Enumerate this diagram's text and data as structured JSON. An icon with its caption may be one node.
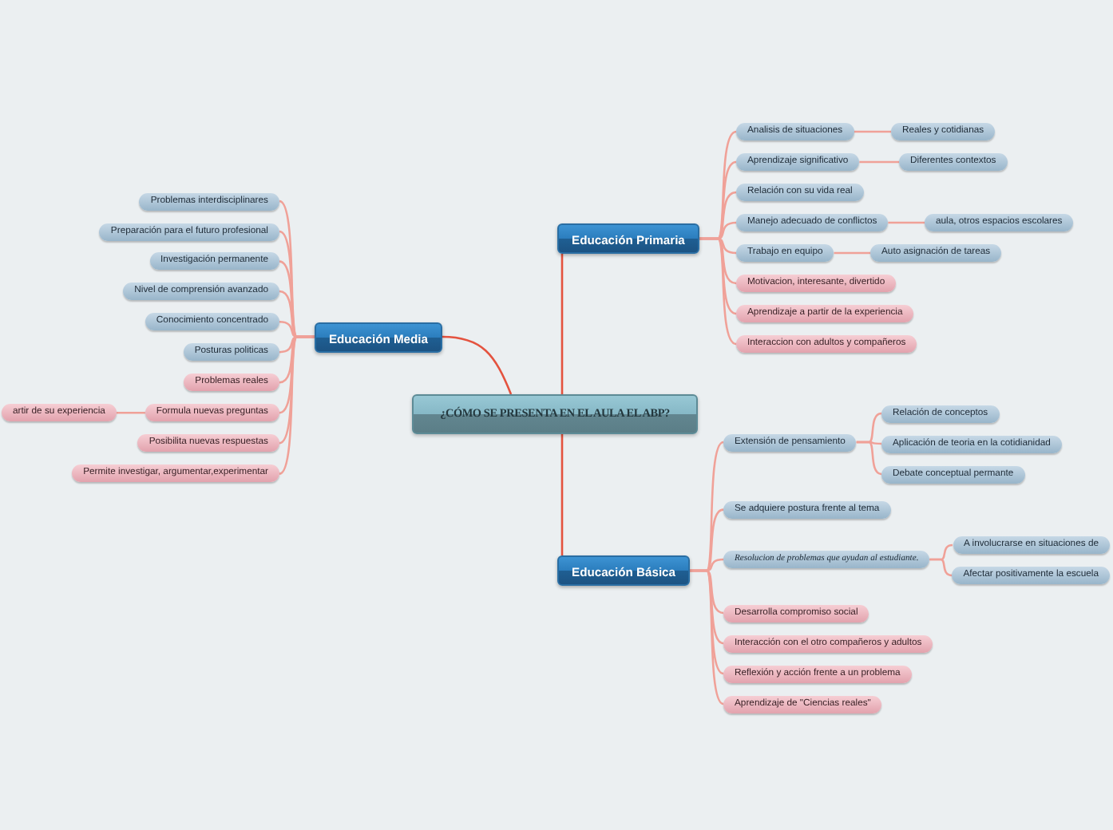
{
  "diagram": {
    "nodes": [
      {
        "text": [
          "¿CÓMO SE PRESENTA EN EL AULA EL ABP?"
        ]
      },
      {
        "text": [
          "Educación Primaria"
        ]
      },
      {
        "text": [
          "Analisis de situaciones"
        ]
      },
      {
        "text": [
          "Reales y cotidianas"
        ]
      },
      {
        "text": [
          "Aprendizaje significativo"
        ]
      },
      {
        "text": [
          "Diferentes contextos"
        ]
      },
      {
        "text": [
          "Relación con su vida real"
        ]
      },
      {
        "text": [
          "Manejo adecuado de conflictos"
        ]
      },
      {
        "text": [
          "aula, otros espacios escolares"
        ]
      },
      {
        "text": [
          "Trabajo en equipo"
        ]
      },
      {
        "text": [
          "Auto asignación de tareas"
        ]
      },
      {
        "text": [
          "Motivacion, interesante, divertido"
        ]
      },
      {
        "text": [
          "Aprendizaje a partir de la experiencia"
        ]
      },
      {
        "text": [
          "Interaccion con adultos y compañeros"
        ]
      },
      {
        "text": [
          "Educación Media"
        ]
      },
      {
        "text": [
          "Problemas interdisciplinares"
        ]
      },
      {
        "text": [
          "Preparación para el futuro profesional"
        ]
      },
      {
        "text": [
          "Investigación permanente"
        ]
      },
      {
        "text": [
          "Nivel de comprensión avanzado"
        ]
      },
      {
        "text": [
          "Conocimiento concentrado"
        ]
      },
      {
        "text": [
          "Posturas politicas"
        ]
      },
      {
        "text": [
          "Problemas reales"
        ]
      },
      {
        "text": [
          "Formula nuevas preguntas"
        ]
      },
      {
        "text": [
          "artir de su experiencia"
        ]
      },
      {
        "text": [
          "Posibilita nuevas respuestas"
        ]
      },
      {
        "text": [
          "Permite investigar, argumentar,experimentar"
        ]
      },
      {
        "text": [
          "Educación Básica"
        ]
      },
      {
        "text": [
          "Extensión de pensamiento"
        ]
      },
      {
        "text": [
          "Relación de conceptos"
        ]
      },
      {
        "text": [
          "Aplicación de teoria en la cotidianidad"
        ]
      },
      {
        "text": [
          "Debate conceptual permante"
        ]
      },
      {
        "text": [
          "Se adquiere postura frente al tema"
        ]
      },
      {
        "text": [
          "Resolucion de problemas que ayudan al estudiante."
        ]
      },
      {
        "text": [
          "A involucrarse en situaciones de"
        ]
      },
      {
        "text": [
          "Afectar positivamente la escuela"
        ]
      },
      {
        "text": [
          "Desarrolla compromiso social"
        ]
      },
      {
        "text": [
          "Interacción con el otro compañeros y adultos"
        ]
      },
      {
        "text": [
          "Reflexión y acción frente a un problema"
        ]
      },
      {
        "text": [
          "Aprendizaje de \"Ciencias reales\""
        ]
      }
    ],
    "edges": [
      {
        "from": 0,
        "to": 1,
        "arrow": "none",
        "color": "#e4533f"
      },
      {
        "from": 0,
        "to": 14,
        "arrow": "none",
        "color": "#e4533f"
      },
      {
        "from": 0,
        "to": 26,
        "arrow": "none",
        "color": "#e4533f"
      },
      {
        "from": 1,
        "to": 2,
        "arrow": "none"
      },
      {
        "from": 2,
        "to": 3,
        "arrow": "none"
      },
      {
        "from": 1,
        "to": 4,
        "arrow": "none"
      },
      {
        "from": 4,
        "to": 5,
        "arrow": "none"
      },
      {
        "from": 1,
        "to": 6,
        "arrow": "none"
      },
      {
        "from": 1,
        "to": 7,
        "arrow": "none"
      },
      {
        "from": 7,
        "to": 8,
        "arrow": "none"
      },
      {
        "from": 1,
        "to": 9,
        "arrow": "none"
      },
      {
        "from": 9,
        "to": 10,
        "arrow": "none"
      },
      {
        "from": 1,
        "to": 11,
        "arrow": "none"
      },
      {
        "from": 1,
        "to": 12,
        "arrow": "none"
      },
      {
        "from": 1,
        "to": 13,
        "arrow": "none"
      },
      {
        "from": 14,
        "to": 15,
        "arrow": "none"
      },
      {
        "from": 14,
        "to": 16,
        "arrow": "none"
      },
      {
        "from": 14,
        "to": 17,
        "arrow": "none"
      },
      {
        "from": 14,
        "to": 18,
        "arrow": "none"
      },
      {
        "from": 14,
        "to": 19,
        "arrow": "none"
      },
      {
        "from": 14,
        "to": 20,
        "arrow": "none"
      },
      {
        "from": 14,
        "to": 21,
        "arrow": "none"
      },
      {
        "from": 14,
        "to": 22,
        "arrow": "none"
      },
      {
        "from": 22,
        "to": 23,
        "arrow": "none"
      },
      {
        "from": 14,
        "to": 24,
        "arrow": "none"
      },
      {
        "from": 14,
        "to": 25,
        "arrow": "none"
      },
      {
        "from": 26,
        "to": 27,
        "arrow": "none"
      },
      {
        "from": 27,
        "to": 28,
        "arrow": "none"
      },
      {
        "from": 27,
        "to": 29,
        "arrow": "none"
      },
      {
        "from": 27,
        "to": 30,
        "arrow": "none"
      },
      {
        "from": 26,
        "to": 31,
        "arrow": "none"
      },
      {
        "from": 26,
        "to": 32,
        "arrow": "none"
      },
      {
        "from": 32,
        "to": 33,
        "arrow": "none"
      },
      {
        "from": 32,
        "to": 34,
        "arrow": "none"
      },
      {
        "from": 26,
        "to": 35,
        "arrow": "none"
      },
      {
        "from": 26,
        "to": 36,
        "arrow": "none"
      },
      {
        "from": 26,
        "to": 37,
        "arrow": "none"
      },
      {
        "from": 26,
        "to": 38,
        "arrow": "none"
      }
    ]
  }
}
